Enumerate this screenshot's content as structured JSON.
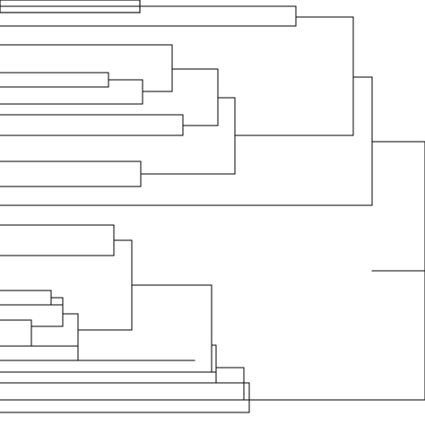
{
  "diagram": {
    "type": "dendrogram",
    "orientation": "left",
    "style": {
      "stroke": "#000000",
      "background": "#ffffff"
    },
    "tree": {
      "id": "root",
      "children": [
        {
          "id": "upper-clade",
          "children": [
            {
              "id": "upper-top-group",
              "children": [
                {
                  "id": "upper-top-pair",
                  "children": [
                    {
                      "id": "leaf-1",
                      "boxed": true
                    },
                    {
                      "id": "leaf-2"
                    }
                  ]
                },
                {
                  "id": "upper-middle-group",
                  "children": [
                    {
                      "id": "upper-middle-core",
                      "children": [
                        {
                          "id": "upper-middle-subgroup",
                          "children": [
                            {
                              "id": "leaf-3"
                            },
                            {
                              "id": "upper-middle-inner",
                              "children": [
                                {
                                  "id": "upper-middle-pair",
                                  "children": [
                                    {
                                      "id": "leaf-4"
                                    },
                                    {
                                      "id": "leaf-5"
                                    }
                                  ]
                                },
                                {
                                  "id": "leaf-6"
                                }
                              ]
                            }
                          ]
                        },
                        {
                          "id": "upper-middle-pair-2",
                          "children": [
                            {
                              "id": "leaf-7"
                            },
                            {
                              "id": "leaf-8"
                            }
                          ]
                        }
                      ]
                    },
                    {
                      "id": "upper-lower-pair",
                      "children": [
                        {
                          "id": "leaf-9"
                        },
                        {
                          "id": "leaf-10"
                        }
                      ]
                    }
                  ]
                }
              ]
            },
            {
              "id": "leaf-11"
            }
          ]
        },
        {
          "id": "lower-clade",
          "children": [
            {
              "id": "lower-main-group",
              "children": [
                {
                  "id": "lower-core",
                  "children": [
                    {
                      "id": "lower-nested",
                      "children": [
                        {
                          "id": "lower-top-subgroup",
                          "children": [
                            {
                              "id": "lower-top-pair",
                              "children": [
                                {
                                  "id": "leaf-12"
                                },
                                {
                                  "id": "leaf-13"
                                }
                              ]
                            },
                            {
                              "id": "lower-middle-subgroup",
                              "children": [
                                {
                                  "id": "lower-middle-inner",
                                  "children": [
                                    {
                                      "id": "lower-middle-pair-1",
                                      "children": [
                                        {
                                          "id": "leaf-14"
                                        },
                                        {
                                          "id": "leaf-15"
                                        }
                                      ]
                                    },
                                    {
                                      "id": "lower-middle-pair-2",
                                      "children": [
                                        {
                                          "id": "leaf-16"
                                        },
                                        {
                                          "id": "leaf-17"
                                        }
                                      ]
                                    }
                                  ]
                                },
                                {
                                  "id": "leaf-18"
                                }
                              ]
                            }
                          ]
                        },
                        {
                          "id": "leaf-19"
                        }
                      ]
                    },
                    {
                      "id": "leaf-20"
                    }
                  ]
                },
                {
                  "id": "leaf-21"
                }
              ]
            },
            {
              "id": "leaf-22"
            }
          ]
        }
      ]
    }
  }
}
